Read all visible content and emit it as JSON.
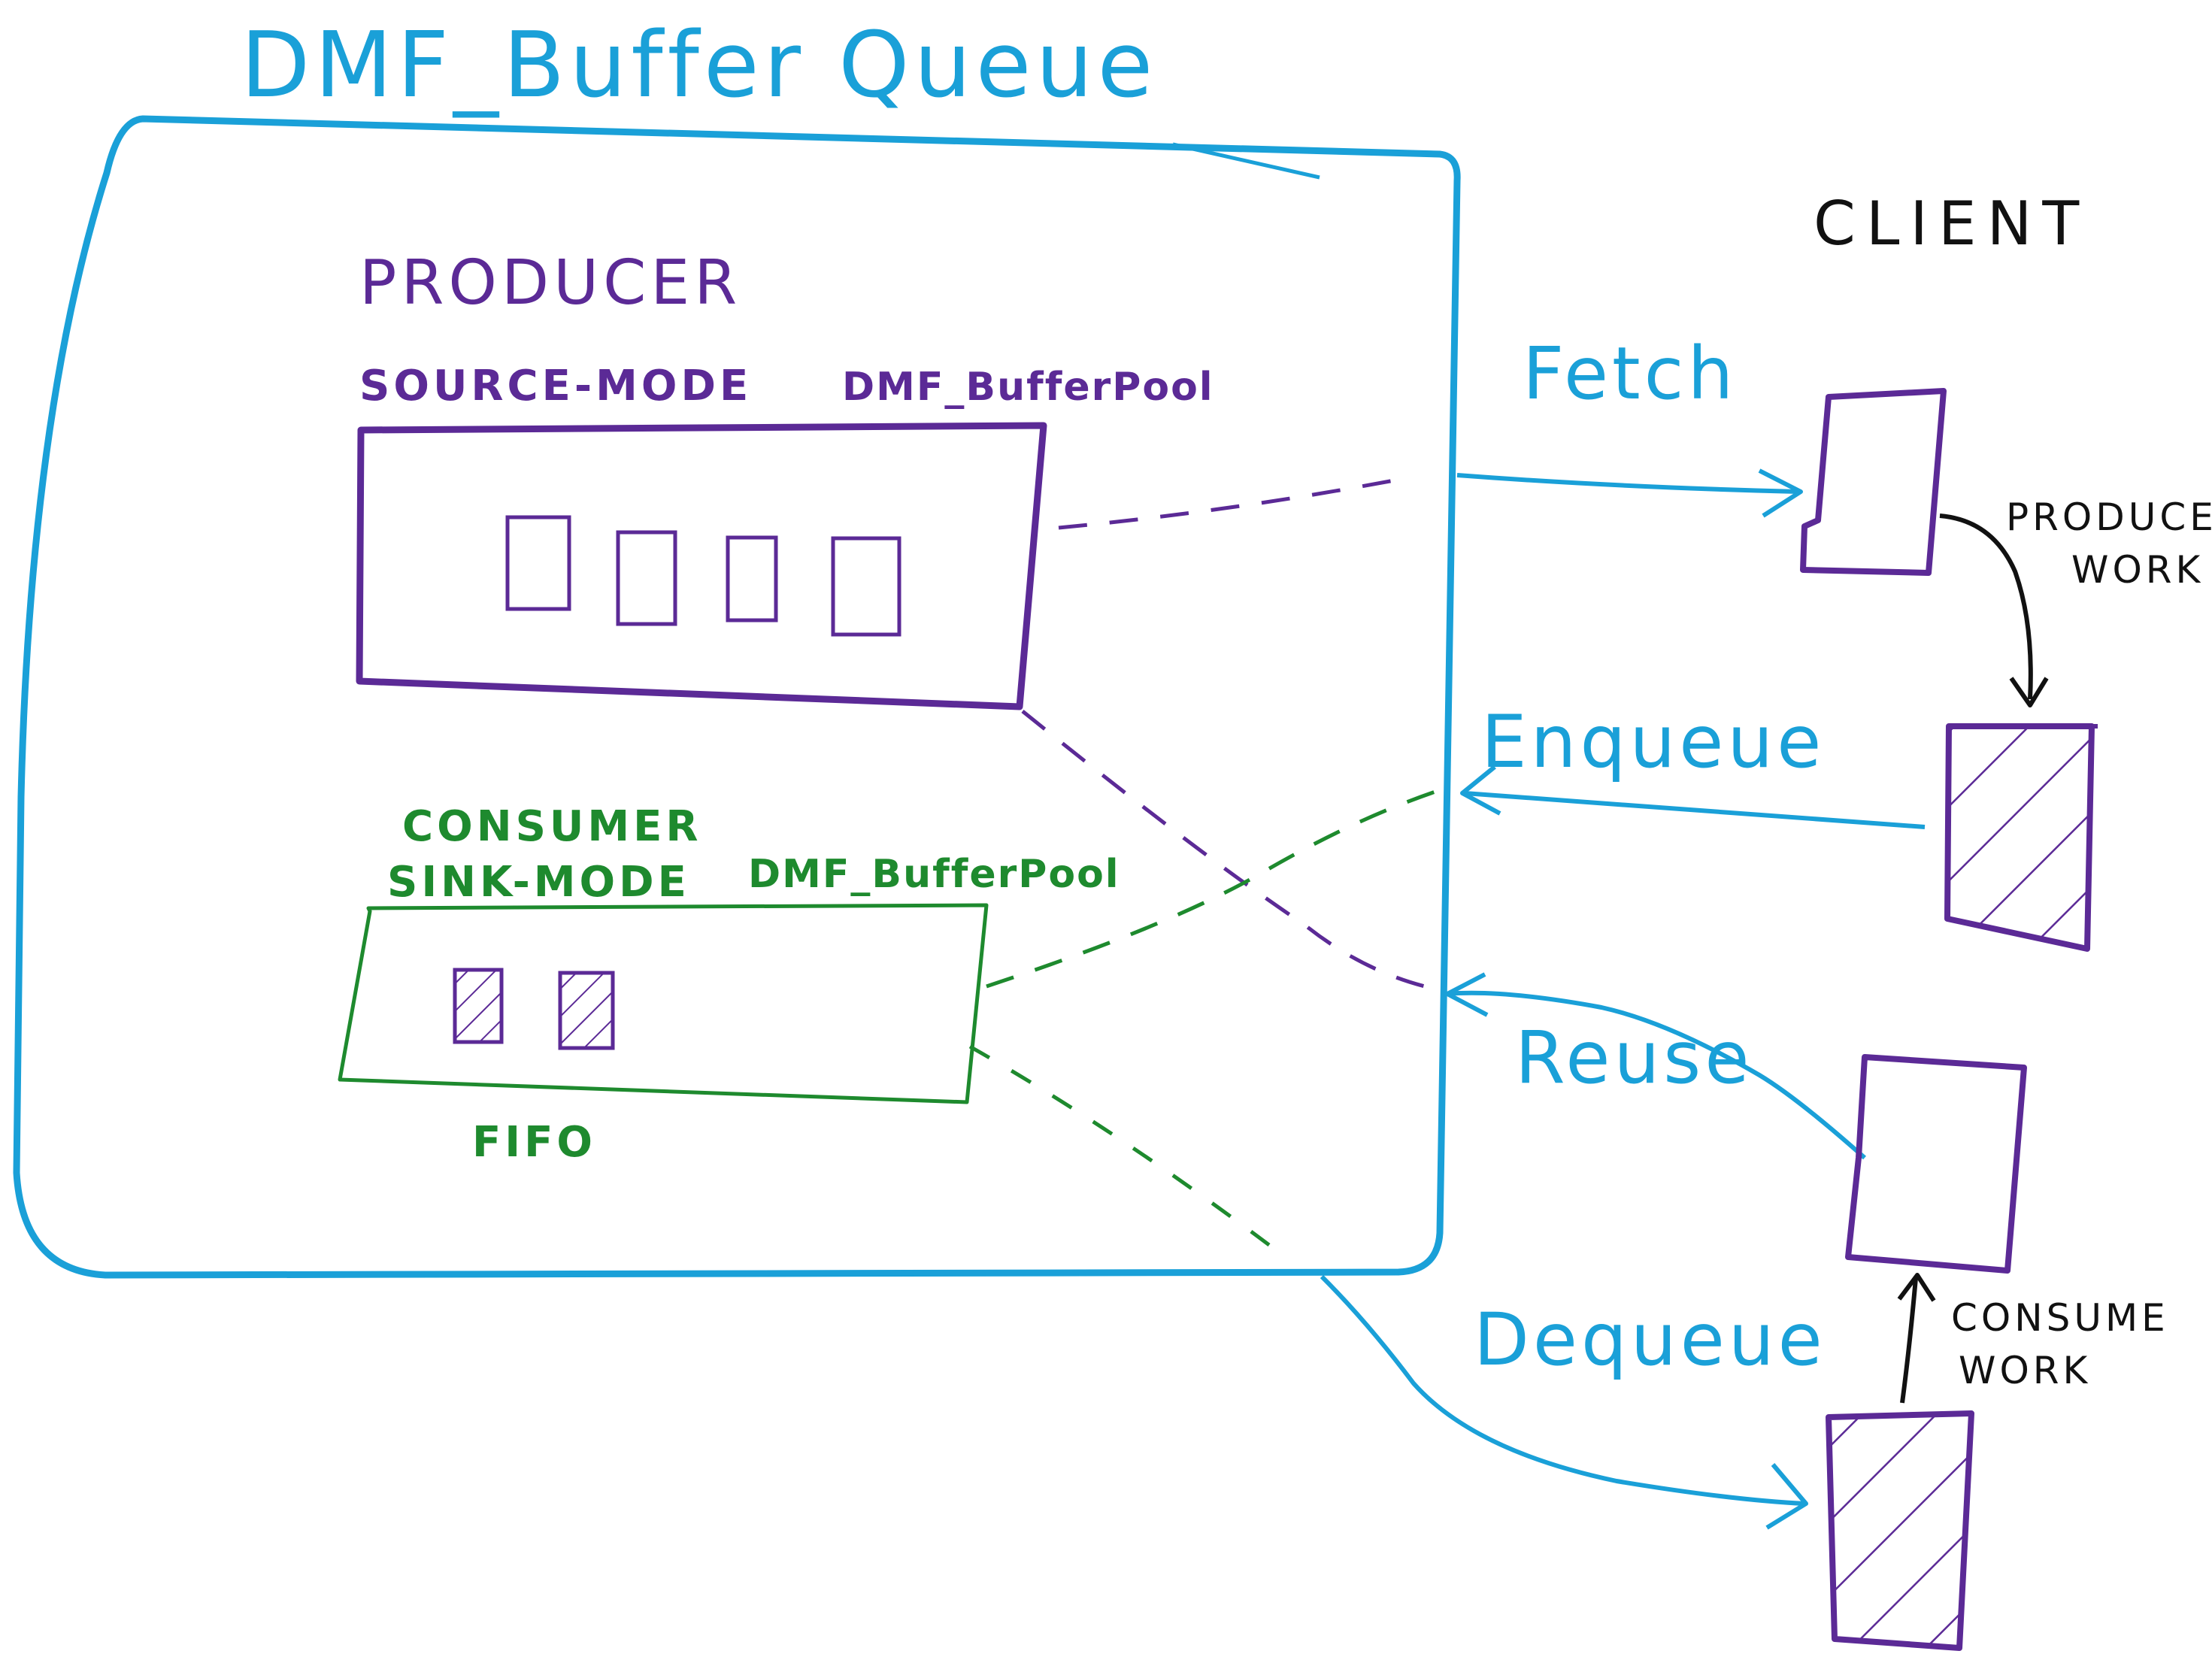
{
  "title": "DMF_Buffer Queue",
  "client_label": "CLIENT",
  "producer": {
    "label": "PRODUCER",
    "mode_label": "SOURCE-MODE",
    "pool_label": "DMF_BufferPool"
  },
  "consumer": {
    "label": "CONSUMER",
    "mode_label": "SINK-MODE",
    "pool_label": "DMF_BufferPool",
    "order_label": "FIFO"
  },
  "operations": {
    "fetch": "Fetch",
    "enqueue": "Enqueue",
    "reuse": "Reuse",
    "dequeue": "Dequeue"
  },
  "client_work": {
    "produce_line1": "PRODUCE",
    "produce_line2": "WORK",
    "consume_line1": "CONSUME",
    "consume_line2": "WORK"
  },
  "colors": {
    "queue": "#1aa0d8",
    "producer": "#5b2a96",
    "consumer": "#1e8a2e",
    "client": "#111111"
  }
}
